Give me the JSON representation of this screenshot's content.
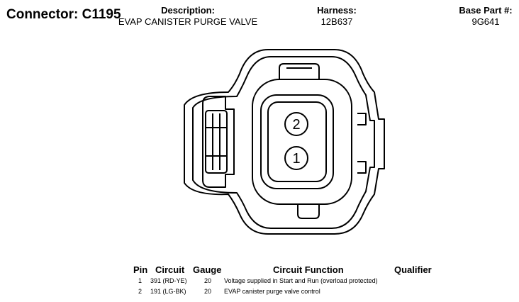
{
  "header": {
    "connector_title": "Connector: C1195",
    "description_label": "Description:",
    "description_value": "EVAP CANISTER PURGE VALVE",
    "harness_label": "Harness:",
    "harness_value": "12B637",
    "base_part_label": "Base Part #:",
    "base_part_value": "9G641"
  },
  "diagram": {
    "pins": [
      {
        "label": "2"
      },
      {
        "label": "1"
      }
    ]
  },
  "pin_table": {
    "headers": {
      "pin": "Pin",
      "circuit": "Circuit",
      "gauge": "Gauge",
      "function": "Circuit Function",
      "qualifier": "Qualifier"
    },
    "rows": [
      {
        "pin": "1",
        "circuit": "391 (RD-YE)",
        "gauge": "20",
        "function": "Voltage supplied in Start and Run (overload protected)",
        "qualifier": ""
      },
      {
        "pin": "2",
        "circuit": "191 (LG-BK)",
        "gauge": "20",
        "function": "EVAP canister purge valve control",
        "qualifier": ""
      }
    ]
  }
}
